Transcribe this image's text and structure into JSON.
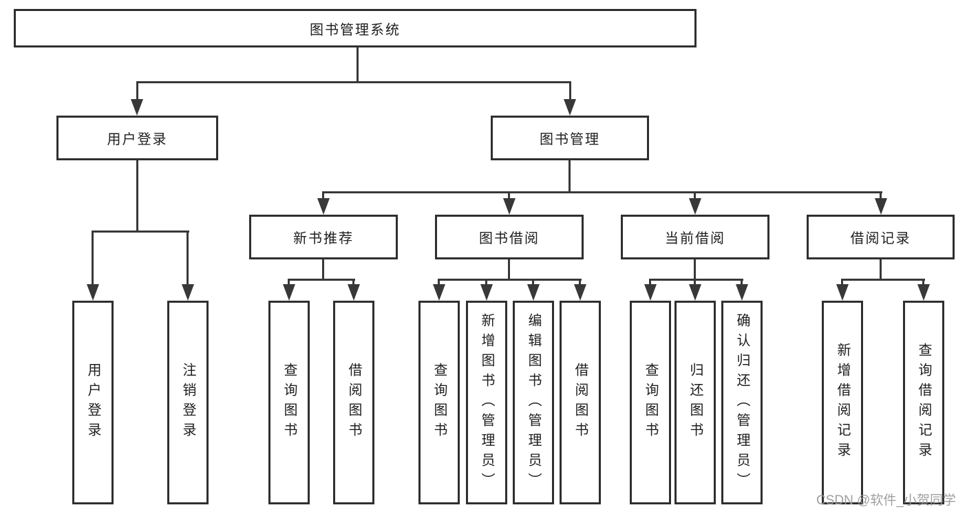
{
  "colors": {
    "line": "#383838",
    "box_border": "#2f2f2f",
    "text": "#1e1e1e",
    "watermark": "#9a9a9a",
    "background": "#ffffff"
  },
  "diagram": {
    "type": "hierarchy-tree",
    "root": {
      "label": "图书管理系统"
    },
    "level2": [
      {
        "label": "用户登录"
      },
      {
        "label": "图书管理"
      }
    ],
    "level3": [
      {
        "label": "新书推荐"
      },
      {
        "label": "图书借阅"
      },
      {
        "label": "当前借阅"
      },
      {
        "label": "借阅记录"
      }
    ],
    "leaves": [
      {
        "label": "用户登录",
        "parent": "用户登录"
      },
      {
        "label": "注销登录",
        "parent": "用户登录"
      },
      {
        "label": "查询图书",
        "parent": "新书推荐"
      },
      {
        "label": "借阅图书",
        "parent": "新书推荐"
      },
      {
        "label": "查询图书",
        "parent": "图书借阅"
      },
      {
        "label": "新增图书（管理员）",
        "parent": "图书借阅"
      },
      {
        "label": "编辑图书（管理员）",
        "parent": "图书借阅"
      },
      {
        "label": "借阅图书",
        "parent": "图书借阅"
      },
      {
        "label": "查询图书",
        "parent": "当前借阅"
      },
      {
        "label": "归还图书",
        "parent": "当前借阅"
      },
      {
        "label": "确认归还（管理员）",
        "parent": "当前借阅"
      },
      {
        "label": "新增借阅记录",
        "parent": "借阅记录"
      },
      {
        "label": "查询借阅记录",
        "parent": "借阅记录"
      }
    ]
  },
  "watermark": {
    "text": "CSDN @软件_小贺同学"
  }
}
